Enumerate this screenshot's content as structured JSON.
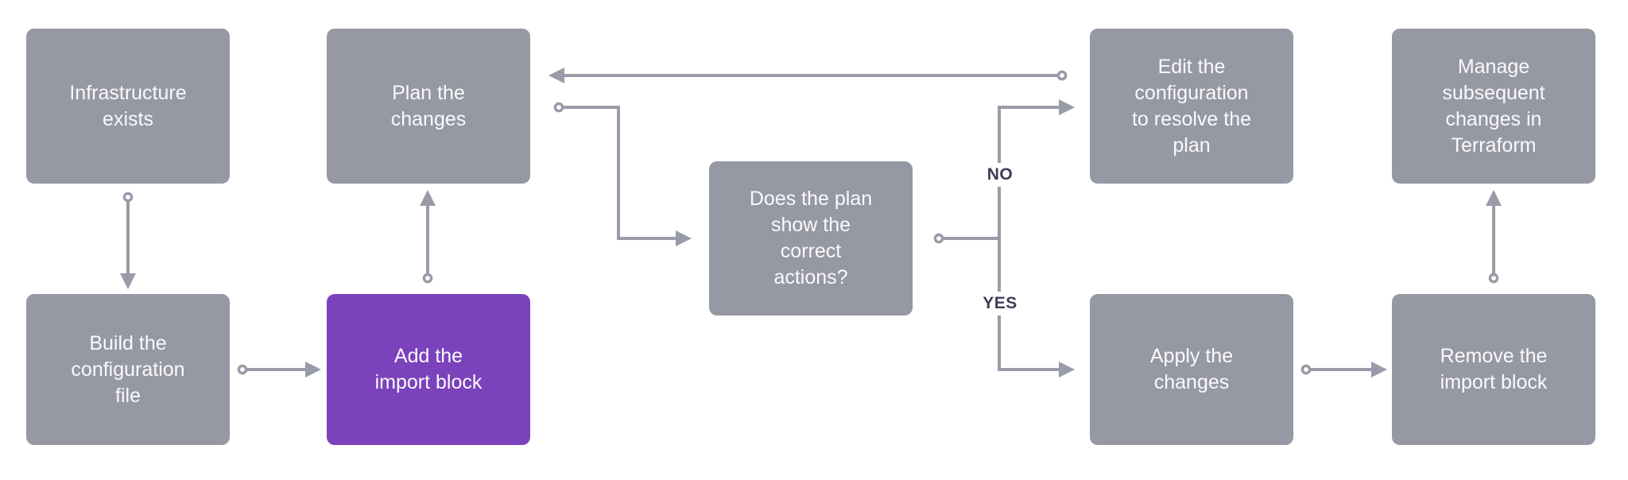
{
  "diagram": {
    "type": "flowchart",
    "nodes": {
      "infrastructure_exists": {
        "label": "Infrastructure\nexists",
        "variant": "gray"
      },
      "build_configuration": {
        "label": "Build the\nconfiguration\nfile",
        "variant": "gray"
      },
      "add_import_block": {
        "label": "Add the\nimport block",
        "variant": "purple"
      },
      "plan_changes": {
        "label": "Plan the\nchanges",
        "variant": "gray"
      },
      "decision_plan_correct": {
        "label": "Does the plan\nshow the\ncorrect\nactions?",
        "variant": "gray"
      },
      "edit_configuration": {
        "label": "Edit the\nconfiguration\nto resolve the\nplan",
        "variant": "gray"
      },
      "apply_changes": {
        "label": "Apply the\nchanges",
        "variant": "gray"
      },
      "remove_import_block": {
        "label": "Remove the\nimport block",
        "variant": "gray"
      },
      "manage_subsequent": {
        "label": "Manage\nsubsequent\nchanges in\nTerraform",
        "variant": "gray"
      }
    },
    "edge_labels": {
      "no": "NO",
      "yes": "YES"
    },
    "edges": [
      {
        "from": "infrastructure_exists",
        "to": "build_configuration"
      },
      {
        "from": "build_configuration",
        "to": "add_import_block"
      },
      {
        "from": "add_import_block",
        "to": "plan_changes"
      },
      {
        "from": "plan_changes",
        "to": "decision_plan_correct"
      },
      {
        "from": "decision_plan_correct",
        "to": "edit_configuration",
        "label": "NO"
      },
      {
        "from": "decision_plan_correct",
        "to": "apply_changes",
        "label": "YES"
      },
      {
        "from": "edit_configuration",
        "to": "plan_changes"
      },
      {
        "from": "apply_changes",
        "to": "remove_import_block"
      },
      {
        "from": "remove_import_block",
        "to": "manage_subsequent"
      }
    ],
    "colors": {
      "node_gray": "#9698a3",
      "node_purple": "#7b42bc",
      "node_text": "#fafafc",
      "connector": "#999ba8",
      "label_text": "#3c3e54",
      "background": "#ffffff"
    }
  }
}
